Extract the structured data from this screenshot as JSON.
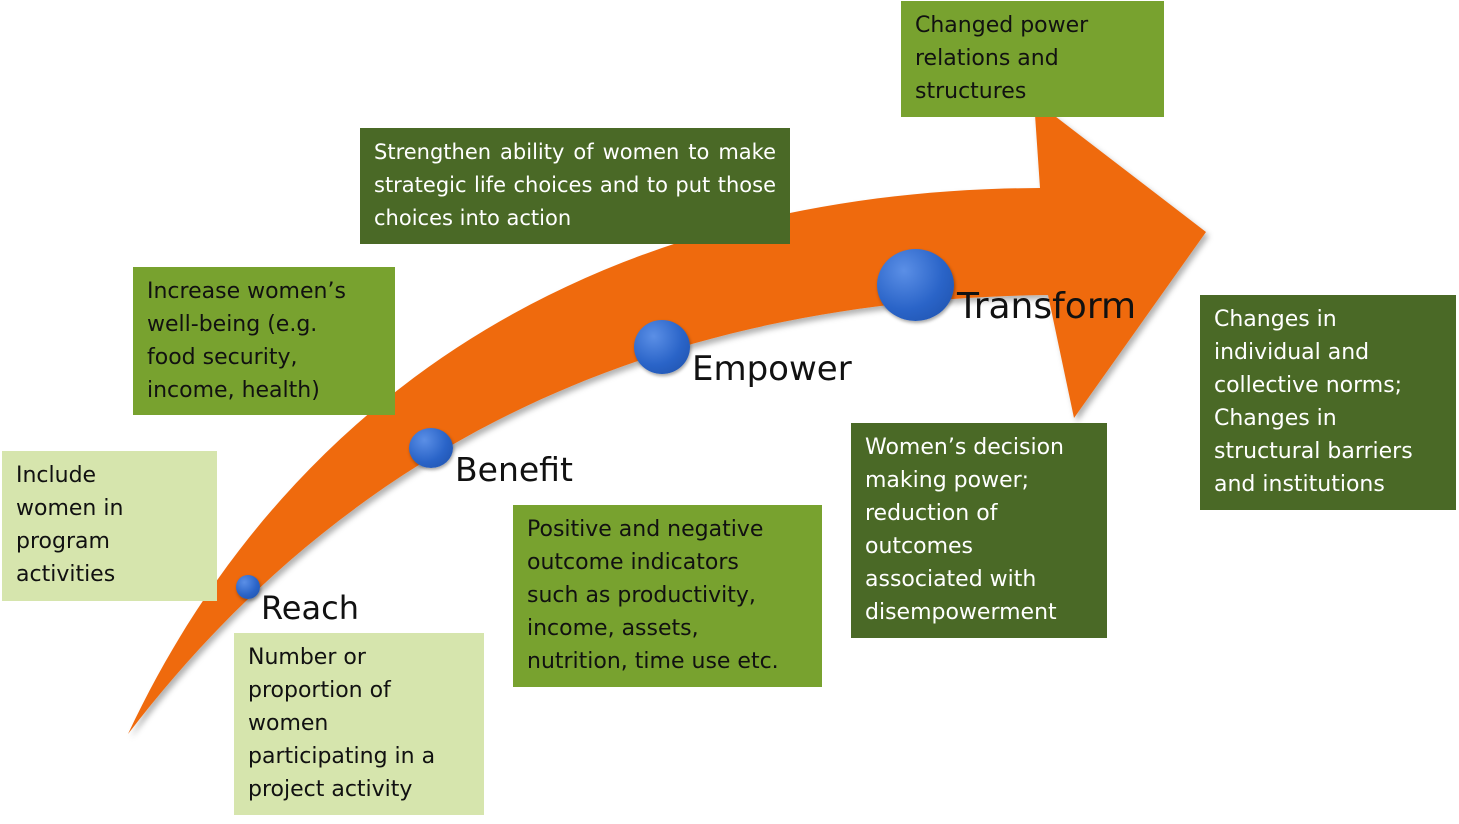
{
  "colors": {
    "arrow": "#ef6a0f",
    "pale_green": "#d6e5ad",
    "mid_green": "#78a22f",
    "dark_green": "#4a6926",
    "dot_blue": "#2a64c8"
  },
  "stages": {
    "reach": "Reach",
    "benefit": "Benefit",
    "empower": "Empower",
    "transform": "Transform"
  },
  "boxes": {
    "reach_goal": "Include\nwomen in\nprogram\nactivities",
    "reach_indicator": "Number or\nproportion of\nwomen\nparticipating in a\nproject activity",
    "benefit_goal": "Increase women’s\nwell-being (e.g.\nfood security,\nincome, health)",
    "benefit_indicator": "Positive and negative\noutcome indicators\nsuch as productivity,\nincome, assets,\nnutrition, time use etc.",
    "empower_goal": "Strengthen ability of women to make strategic life choices and to put those choices into action",
    "empower_indicator": "Women’s decision\nmaking power;\nreduction of\noutcomes\nassociated with\ndisempowerment",
    "transform_goal": "Changed power\nrelations and\nstructures",
    "transform_indicator": "Changes in\nindividual and\ncollective norms;\nChanges in\nstructural barriers\nand institutions"
  }
}
